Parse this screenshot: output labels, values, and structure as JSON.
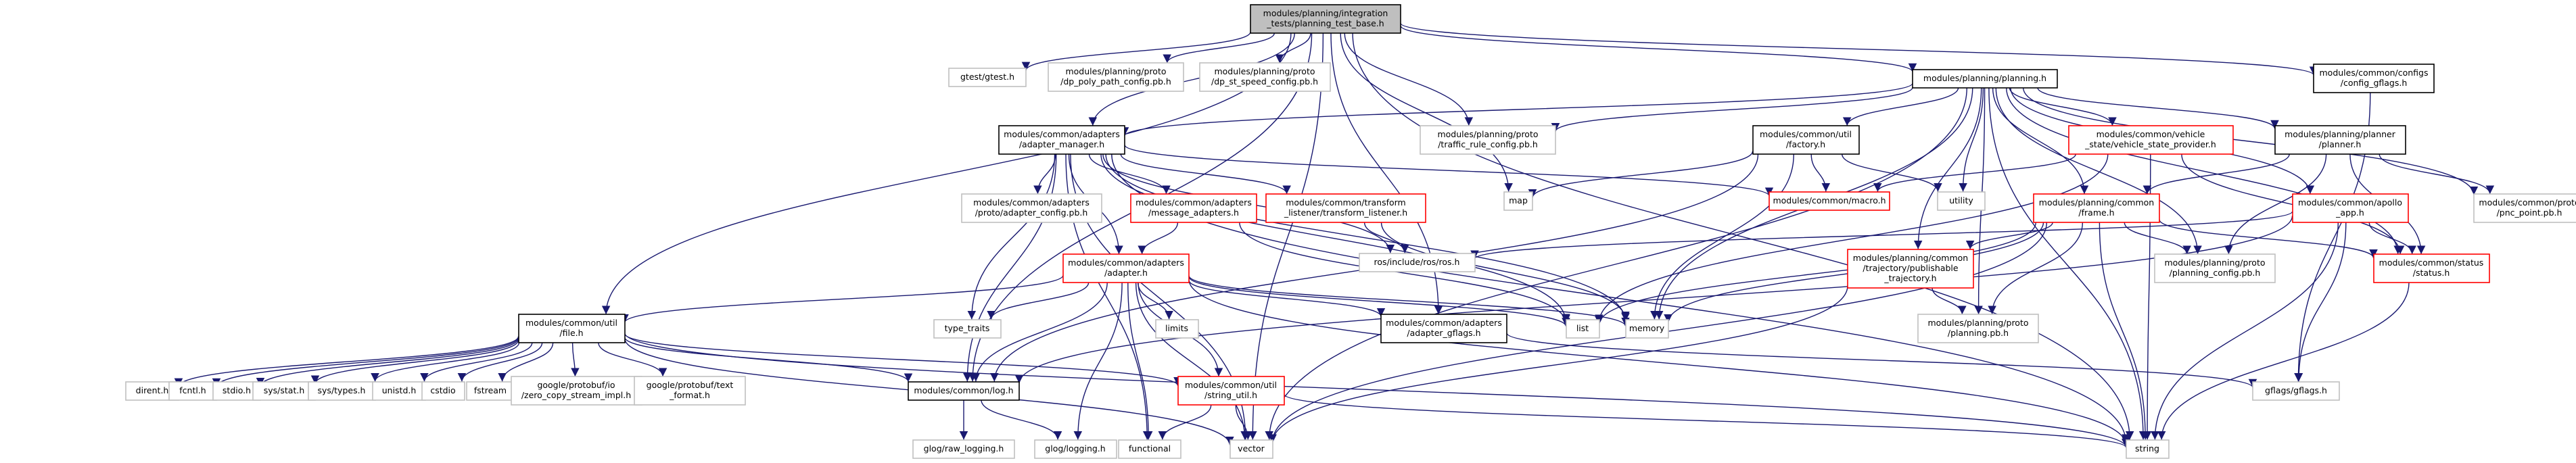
{
  "colors": {
    "root_fill": "#bfbfbf",
    "default_border": "#000000",
    "missing_border": "#bfbfbf",
    "red_border": "#ff0000",
    "edge": "#191970"
  },
  "nodes": [
    {
      "id": "root",
      "lines": [
        "modules/planning/integration",
        "_tests/planning_test_base.h"
      ],
      "style": "root"
    },
    {
      "id": "gtest",
      "lines": [
        "gtest/gtest.h"
      ],
      "style": "missing"
    },
    {
      "id": "dp_poly",
      "lines": [
        "modules/planning/proto",
        "/dp_poly_path_config.pb.h"
      ],
      "style": "missing"
    },
    {
      "id": "dp_st",
      "lines": [
        "modules/planning/proto",
        "/dp_st_speed_config.pb.h"
      ],
      "style": "missing"
    },
    {
      "id": "planning_h",
      "lines": [
        "modules/planning/planning.h"
      ],
      "style": "normal"
    },
    {
      "id": "config_gflags",
      "lines": [
        "modules/common/configs",
        "/config_gflags.h"
      ],
      "style": "normal"
    },
    {
      "id": "adapter_manager",
      "lines": [
        "modules/common/adapters",
        "/adapter_manager.h"
      ],
      "style": "normal"
    },
    {
      "id": "traffic_rule",
      "lines": [
        "modules/planning/proto",
        "/traffic_rule_config.pb.h"
      ],
      "style": "missing"
    },
    {
      "id": "factory",
      "lines": [
        "modules/common/util",
        "/factory.h"
      ],
      "style": "normal"
    },
    {
      "id": "vehicle_state",
      "lines": [
        "modules/common/vehicle",
        "_state/vehicle_state_provider.h"
      ],
      "style": "red"
    },
    {
      "id": "planner",
      "lines": [
        "modules/planning/planner",
        "/planner.h"
      ],
      "style": "normal"
    },
    {
      "id": "adapter_config",
      "lines": [
        "modules/common/adapters",
        "/proto/adapter_config.pb.h"
      ],
      "style": "missing"
    },
    {
      "id": "message_adapters",
      "lines": [
        "modules/common/adapters",
        "/message_adapters.h"
      ],
      "style": "red"
    },
    {
      "id": "transform_listener",
      "lines": [
        "modules/common/transform",
        "_listener/transform_listener.h"
      ],
      "style": "red"
    },
    {
      "id": "map",
      "lines": [
        "map"
      ],
      "style": "missing"
    },
    {
      "id": "macro",
      "lines": [
        "modules/common/macro.h"
      ],
      "style": "red"
    },
    {
      "id": "utility",
      "lines": [
        "utility"
      ],
      "style": "missing"
    },
    {
      "id": "frame",
      "lines": [
        "modules/planning/common",
        "/frame.h"
      ],
      "style": "red"
    },
    {
      "id": "apollo_app",
      "lines": [
        "modules/common/apollo",
        "_app.h"
      ],
      "style": "red"
    },
    {
      "id": "pnc_point",
      "lines": [
        "modules/common/proto",
        "/pnc_point.pb.h"
      ],
      "style": "missing"
    },
    {
      "id": "ros",
      "lines": [
        "ros/include/ros/ros.h"
      ],
      "style": "missing"
    },
    {
      "id": "adapter_h",
      "lines": [
        "modules/common/adapters",
        "/adapter.h"
      ],
      "style": "red"
    },
    {
      "id": "publishable",
      "lines": [
        "modules/planning/common",
        "/trajectory/publishable",
        "_trajectory.h"
      ],
      "style": "red"
    },
    {
      "id": "planning_config",
      "lines": [
        "modules/planning/proto",
        "/planning_config.pb.h"
      ],
      "style": "missing"
    },
    {
      "id": "status",
      "lines": [
        "modules/common/status",
        "/status.h"
      ],
      "style": "red"
    },
    {
      "id": "file_h",
      "lines": [
        "modules/common/util",
        "/file.h"
      ],
      "style": "normal"
    },
    {
      "id": "type_traits",
      "lines": [
        "type_traits"
      ],
      "style": "missing"
    },
    {
      "id": "limits",
      "lines": [
        "limits"
      ],
      "style": "missing"
    },
    {
      "id": "adapter_gflags",
      "lines": [
        "modules/common/adapters",
        "/adapter_gflags.h"
      ],
      "style": "normal"
    },
    {
      "id": "list",
      "lines": [
        "list"
      ],
      "style": "missing"
    },
    {
      "id": "memory",
      "lines": [
        "memory"
      ],
      "style": "missing"
    },
    {
      "id": "planning_pb",
      "lines": [
        "modules/planning/proto",
        "/planning.pb.h"
      ],
      "style": "missing"
    },
    {
      "id": "dirent",
      "lines": [
        "dirent.h"
      ],
      "style": "missing"
    },
    {
      "id": "fcntl",
      "lines": [
        "fcntl.h"
      ],
      "style": "missing"
    },
    {
      "id": "stdio",
      "lines": [
        "stdio.h"
      ],
      "style": "missing"
    },
    {
      "id": "sys_stat",
      "lines": [
        "sys/stat.h"
      ],
      "style": "missing"
    },
    {
      "id": "sys_types",
      "lines": [
        "sys/types.h"
      ],
      "style": "missing"
    },
    {
      "id": "unistd",
      "lines": [
        "unistd.h"
      ],
      "style": "missing"
    },
    {
      "id": "cstdio",
      "lines": [
        "cstdio"
      ],
      "style": "missing"
    },
    {
      "id": "fstream",
      "lines": [
        "fstream"
      ],
      "style": "missing"
    },
    {
      "id": "zero_copy",
      "lines": [
        "google/protobuf/io",
        "/zero_copy_stream_impl.h"
      ],
      "style": "missing"
    },
    {
      "id": "text_format",
      "lines": [
        "google/protobuf/text",
        "_format.h"
      ],
      "style": "missing"
    },
    {
      "id": "log_h",
      "lines": [
        "modules/common/log.h"
      ],
      "style": "normal"
    },
    {
      "id": "string_util",
      "lines": [
        "modules/common/util",
        "/string_util.h"
      ],
      "style": "red"
    },
    {
      "id": "gflags",
      "lines": [
        "gflags/gflags.h"
      ],
      "style": "missing"
    },
    {
      "id": "raw_logging",
      "lines": [
        "glog/raw_logging.h"
      ],
      "style": "missing"
    },
    {
      "id": "glog_logging",
      "lines": [
        "glog/logging.h"
      ],
      "style": "missing"
    },
    {
      "id": "functional",
      "lines": [
        "functional"
      ],
      "style": "missing"
    },
    {
      "id": "vector",
      "lines": [
        "vector"
      ],
      "style": "missing"
    },
    {
      "id": "string",
      "lines": [
        "string"
      ],
      "style": "missing"
    }
  ],
  "edges": [
    [
      "root",
      "gtest"
    ],
    [
      "root",
      "dp_poly"
    ],
    [
      "root",
      "dp_st"
    ],
    [
      "root",
      "planning_h"
    ],
    [
      "root",
      "config_gflags"
    ],
    [
      "root",
      "adapter_manager"
    ],
    [
      "root",
      "traffic_rule"
    ],
    [
      "root",
      "map"
    ],
    [
      "root",
      "adapter_gflags"
    ],
    [
      "root",
      "file_h"
    ],
    [
      "root",
      "log_h"
    ],
    [
      "root",
      "vector"
    ],
    [
      "root",
      "string"
    ],
    [
      "planning_h",
      "adapter_manager"
    ],
    [
      "planning_h",
      "traffic_rule"
    ],
    [
      "planning_h",
      "factory"
    ],
    [
      "planning_h",
      "vehicle_state"
    ],
    [
      "planning_h",
      "planner"
    ],
    [
      "planning_h",
      "frame"
    ],
    [
      "planning_h",
      "apollo_app"
    ],
    [
      "planning_h",
      "pnc_point"
    ],
    [
      "planning_h",
      "utility"
    ],
    [
      "planning_h",
      "memory"
    ],
    [
      "planning_h",
      "planning_config"
    ],
    [
      "planning_h",
      "status"
    ],
    [
      "planning_h",
      "publishable"
    ],
    [
      "planning_h",
      "planning_pb"
    ],
    [
      "planning_h",
      "vector"
    ],
    [
      "planning_h",
      "string"
    ],
    [
      "config_gflags",
      "gflags"
    ],
    [
      "adapter_manager",
      "adapter_config"
    ],
    [
      "adapter_manager",
      "message_adapters"
    ],
    [
      "adapter_manager",
      "transform_listener"
    ],
    [
      "adapter_manager",
      "macro"
    ],
    [
      "adapter_manager",
      "ros"
    ],
    [
      "adapter_manager",
      "adapter_h"
    ],
    [
      "adapter_manager",
      "log_h"
    ],
    [
      "adapter_manager",
      "type_traits"
    ],
    [
      "adapter_manager",
      "memory"
    ],
    [
      "adapter_manager",
      "functional"
    ],
    [
      "adapter_manager",
      "vector"
    ],
    [
      "adapter_manager",
      "string"
    ],
    [
      "adapter_manager",
      "list"
    ],
    [
      "factory",
      "map"
    ],
    [
      "factory",
      "macro"
    ],
    [
      "factory",
      "utility"
    ],
    [
      "factory",
      "memory"
    ],
    [
      "factory",
      "log_h"
    ],
    [
      "vehicle_state",
      "macro"
    ],
    [
      "vehicle_state",
      "list"
    ],
    [
      "vehicle_state",
      "status"
    ],
    [
      "vehicle_state",
      "string"
    ],
    [
      "planner",
      "frame"
    ],
    [
      "planner",
      "status"
    ],
    [
      "planner",
      "planning_config"
    ],
    [
      "planner",
      "pnc_point"
    ],
    [
      "message_adapters",
      "adapter_h"
    ],
    [
      "message_adapters",
      "list"
    ],
    [
      "transform_listener",
      "ros"
    ],
    [
      "transform_listener",
      "memory"
    ],
    [
      "frame",
      "list"
    ],
    [
      "frame",
      "memory"
    ],
    [
      "frame",
      "publishable"
    ],
    [
      "frame",
      "planning_config"
    ],
    [
      "frame",
      "status"
    ],
    [
      "frame",
      "planning_pb"
    ],
    [
      "frame",
      "string"
    ],
    [
      "frame",
      "vector"
    ],
    [
      "apollo_app",
      "ros"
    ],
    [
      "apollo_app",
      "status"
    ],
    [
      "apollo_app",
      "gflags"
    ],
    [
      "apollo_app",
      "log_h"
    ],
    [
      "apollo_app",
      "string"
    ],
    [
      "publishable",
      "planning_pb"
    ],
    [
      "publishable",
      "vector"
    ],
    [
      "status",
      "string"
    ],
    [
      "adapter_h",
      "file_h"
    ],
    [
      "adapter_h",
      "type_traits"
    ],
    [
      "adapter_h",
      "limits"
    ],
    [
      "adapter_h",
      "adapter_gflags"
    ],
    [
      "adapter_h",
      "list"
    ],
    [
      "adapter_h",
      "memory"
    ],
    [
      "adapter_h",
      "string_util"
    ],
    [
      "adapter_h",
      "log_h"
    ],
    [
      "adapter_h",
      "functional"
    ],
    [
      "adapter_h",
      "glog_logging"
    ],
    [
      "adapter_h",
      "vector"
    ],
    [
      "adapter_h",
      "string"
    ],
    [
      "adapter_gflags",
      "gflags"
    ],
    [
      "file_h",
      "dirent"
    ],
    [
      "file_h",
      "fcntl"
    ],
    [
      "file_h",
      "stdio"
    ],
    [
      "file_h",
      "sys_stat"
    ],
    [
      "file_h",
      "sys_types"
    ],
    [
      "file_h",
      "unistd"
    ],
    [
      "file_h",
      "cstdio"
    ],
    [
      "file_h",
      "fstream"
    ],
    [
      "file_h",
      "zero_copy"
    ],
    [
      "file_h",
      "text_format"
    ],
    [
      "file_h",
      "log_h"
    ],
    [
      "file_h",
      "string_util"
    ],
    [
      "file_h",
      "string"
    ],
    [
      "file_h",
      "vector"
    ],
    [
      "log_h",
      "raw_logging"
    ],
    [
      "log_h",
      "glog_logging"
    ],
    [
      "string_util",
      "functional"
    ],
    [
      "string_util",
      "vector"
    ],
    [
      "string_util",
      "string"
    ]
  ]
}
